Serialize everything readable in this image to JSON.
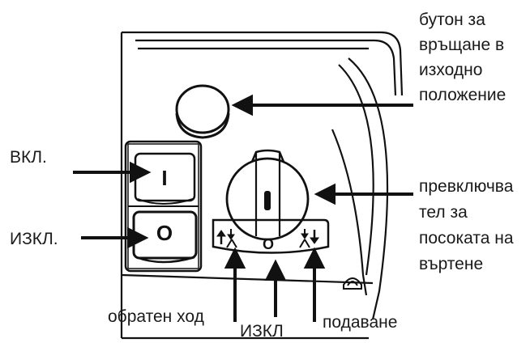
{
  "labels": {
    "reset_button": [
      "бутон за",
      "връщане в",
      "изходно",
      "положение"
    ],
    "on": "ВКЛ.",
    "off": "ИЗКЛ.",
    "direction_switch": [
      "превключва",
      "тел за",
      "посоката на",
      "въртене"
    ],
    "reverse": "обратен ход",
    "off_position": "ИЗКЛ",
    "feed": "подаване"
  },
  "switch_symbols": {
    "on_button": "I",
    "off_button": "O",
    "dial_off": "O"
  },
  "icons": [
    "reset-button-icon",
    "rotary-switch-icon",
    "arrow-icon",
    "drill-forward-icon",
    "drill-reverse-icon",
    "lock-icon"
  ],
  "colors": {
    "line": "#111111",
    "background": "#ffffff"
  }
}
